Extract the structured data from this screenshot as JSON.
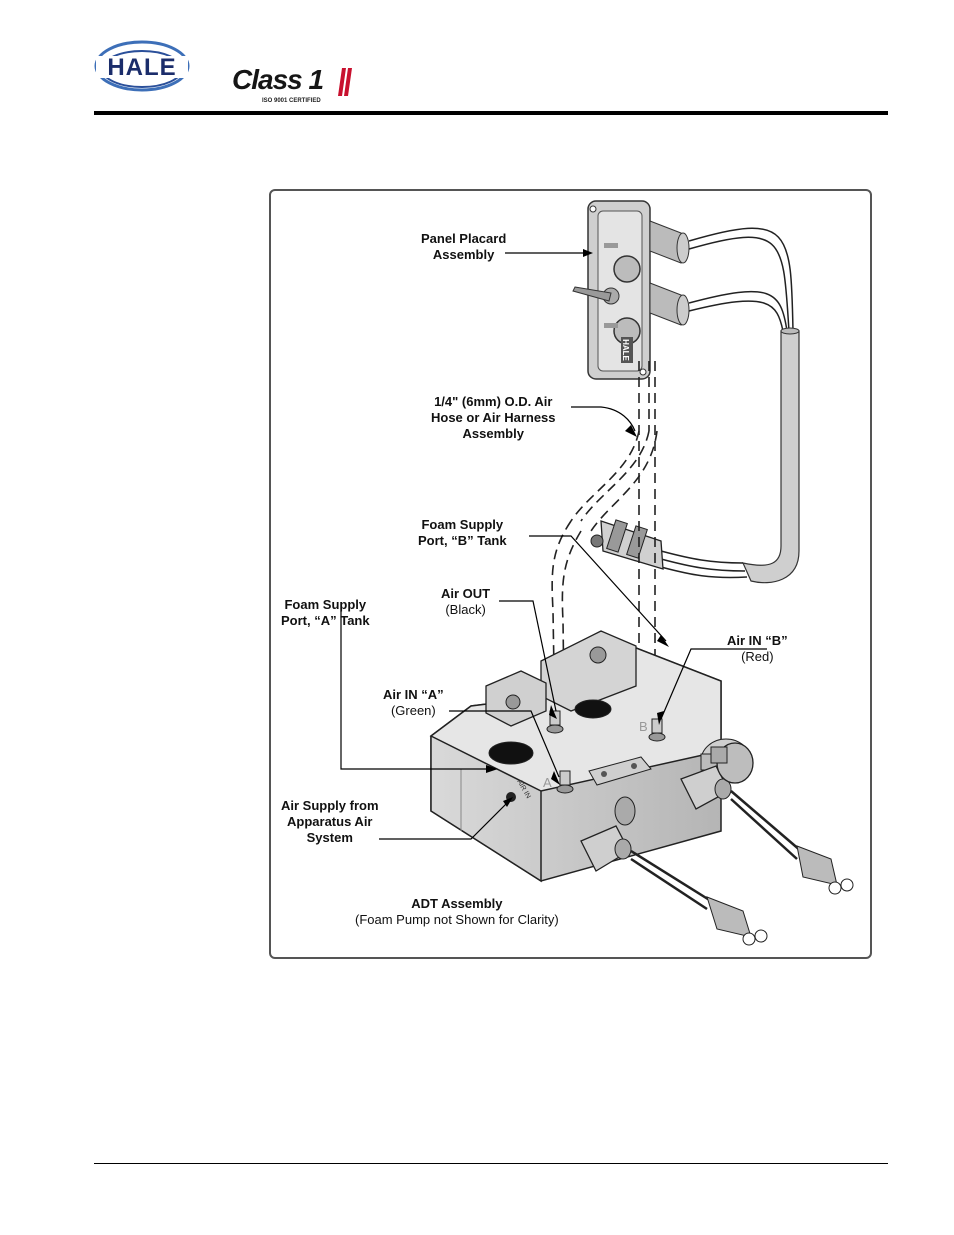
{
  "header": {
    "brand_logo_text": "HALE",
    "class_logo_text": "Class 1",
    "class_logo_tagline": "ISO 9001 CERTIFIED"
  },
  "figure": {
    "labels": {
      "panel_placard_1": "Panel Placard",
      "panel_placard_2": "Assembly",
      "air_hose_1": "1/4\" (6mm) O.D. Air",
      "air_hose_2": "Hose or Air Harness",
      "air_hose_3": "Assembly",
      "foam_b_1": "Foam Supply",
      "foam_b_2": "Port, “B” Tank",
      "air_out_1": "Air OUT",
      "air_out_2": "(Black)",
      "foam_a_1": "Foam Supply",
      "foam_a_2": "Port, “A” Tank",
      "air_in_b_1": "Air IN “B”",
      "air_in_b_2": "(Red)",
      "air_in_a_1": "Air IN “A”",
      "air_in_a_2": "(Green)",
      "air_supply_1": "Air Supply from",
      "air_supply_2": "Apparatus Air",
      "air_supply_3": "System",
      "adt_1": "ADT Assembly",
      "adt_2": "(Foam Pump not Shown for Clarity)"
    },
    "markings": {
      "placard_brand": "HALE",
      "port_a": "A",
      "port_b": "B",
      "air_in_stamp": "AIR IN"
    }
  }
}
